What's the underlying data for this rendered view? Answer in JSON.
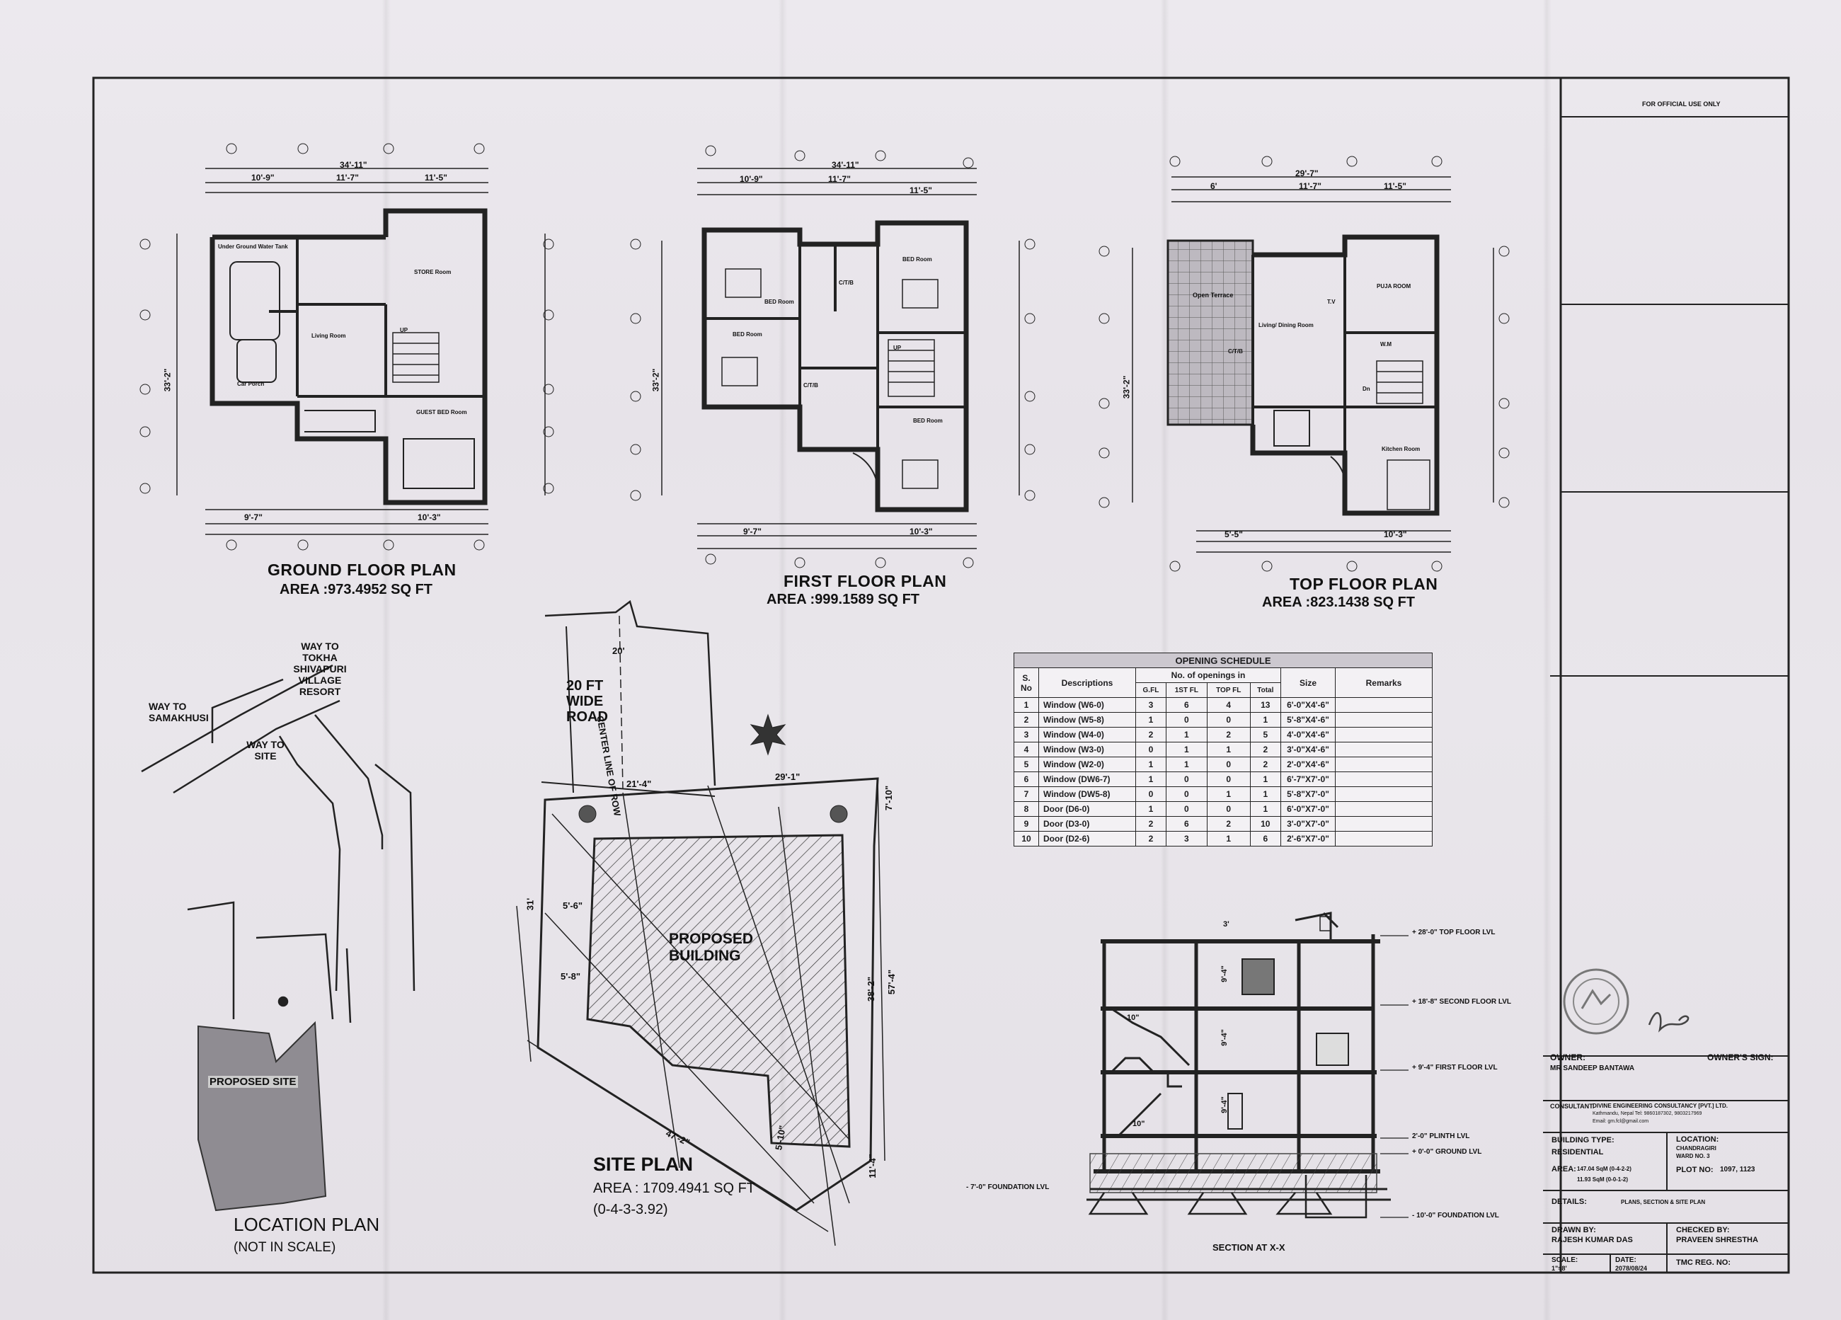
{
  "sheet": {
    "top_note": "FOR OFFICIAL USE ONLY"
  },
  "ground_floor": {
    "title": "GROUND FLOOR PLAN",
    "area": "AREA :973.4952 SQ FT",
    "dims": {
      "total": "34'-11\"",
      "top2": "11'-7\"",
      "top3": "11'-5\"",
      "left": "10'-9\"",
      "seg1": "9'-7\"",
      "seg2": "10'-3\"",
      "height": "33'-2\""
    },
    "rooms": [
      "Under Ground Water Tank",
      "STORE Room",
      "Living Room",
      "Car Porch",
      "GUEST BED Room",
      "UP"
    ]
  },
  "first_floor": {
    "title": "FIRST FLOOR PLAN",
    "area": "AREA :999.1589 SQ FT",
    "dims": {
      "total": "34'-11\"",
      "top2": "11'-7\"",
      "top3": "11'-5\"",
      "left": "10'-9\"",
      "seg1": "9'-7\"",
      "seg2": "10'-3\"",
      "height": "33'-2\""
    },
    "rooms": [
      "BED Room",
      "BED Room",
      "C/T/B",
      "BED Room",
      "C/T/B",
      "BED Room",
      "UP"
    ]
  },
  "top_floor": {
    "title": "TOP FLOOR PLAN",
    "area": "AREA :823.1438 SQ FT",
    "dims": {
      "total": "29'-7\"",
      "top2": "11'-7\"",
      "top3": "11'-5\"",
      "left": "6'",
      "seg1": "5'-5\"",
      "seg2": "10'-3\"",
      "height": "33'-2\""
    },
    "rooms": [
      "Open Terrace",
      "Living/ Dining Room",
      "PUJA ROOM",
      "C/T/B",
      "W.M",
      "Kitchen Room",
      "T.V",
      "Dn"
    ]
  },
  "location": {
    "title": "LOCATION PLAN",
    "subtitle": "(NOT IN SCALE)",
    "labels": [
      "WAY TO TOKHA SHIVAPURI VILLAGE RESORT",
      "WAY TO SAMAKHUSI",
      "WAY TO SITE",
      "PROPOSED SITE"
    ]
  },
  "site_plan": {
    "title": "SITE PLAN",
    "area": "AREA : 1709.4941 SQ FT",
    "ropani": "(0-4-3-3.92)",
    "road": "20 FT WIDE ROAD",
    "centerline": "CENTER LINE OF ROW",
    "building": "PROPOSED BUILDING",
    "dims": [
      "20'",
      "21'-4\"",
      "29'-1\"",
      "7'-10\"",
      "38'-2\"",
      "57'-4\"",
      "47'-2\"",
      "11'-4\"",
      "31'",
      "5'-6\"",
      "5'-8\"",
      "5'-10\""
    ]
  },
  "schedule": {
    "title": "OPENING SCHEDULE",
    "headers": {
      "sno": "S. No",
      "desc": "Descriptions",
      "openings": "No. of openings in",
      "gfl": "G.FL",
      "fl1": "1ST FL",
      "top": "TOP FL",
      "total": "Total",
      "size": "Size",
      "remarks": "Remarks"
    },
    "rows": [
      {
        "sno": "1",
        "desc": "Window (W6-0)",
        "gfl": "3",
        "fl1": "6",
        "top": "4",
        "total": "13",
        "size": "6'-0\"X4'-6\""
      },
      {
        "sno": "2",
        "desc": "Window (W5-8)",
        "gfl": "1",
        "fl1": "0",
        "top": "0",
        "total": "1",
        "size": "5'-8\"X4'-6\""
      },
      {
        "sno": "3",
        "desc": "Window (W4-0)",
        "gfl": "2",
        "fl1": "1",
        "top": "2",
        "total": "5",
        "size": "4'-0\"X4'-6\""
      },
      {
        "sno": "4",
        "desc": "Window (W3-0)",
        "gfl": "0",
        "fl1": "1",
        "top": "1",
        "total": "2",
        "size": "3'-0\"X4'-6\""
      },
      {
        "sno": "5",
        "desc": "Window (W2-0)",
        "gfl": "1",
        "fl1": "1",
        "top": "0",
        "total": "2",
        "size": "2'-0\"X4'-6\""
      },
      {
        "sno": "6",
        "desc": "Window (DW6-7)",
        "gfl": "1",
        "fl1": "0",
        "top": "0",
        "total": "1",
        "size": "6'-7\"X7'-0\""
      },
      {
        "sno": "7",
        "desc": "Window (DW5-8)",
        "gfl": "0",
        "fl1": "0",
        "top": "1",
        "total": "1",
        "size": "5'-8\"X7'-0\""
      },
      {
        "sno": "8",
        "desc": "Door (D6-0)",
        "gfl": "1",
        "fl1": "0",
        "top": "0",
        "total": "1",
        "size": "6'-0\"X7'-0\""
      },
      {
        "sno": "9",
        "desc": "Door (D3-0)",
        "gfl": "2",
        "fl1": "6",
        "top": "2",
        "total": "10",
        "size": "3'-0\"X7'-0\""
      },
      {
        "sno": "10",
        "desc": "Door (D2-6)",
        "gfl": "2",
        "fl1": "3",
        "top": "1",
        "total": "6",
        "size": "2'-6\"X7'-0\""
      }
    ]
  },
  "section": {
    "title": "SECTION AT X-X",
    "levels": [
      "+ 28'-0\" TOP FLOOR LVL",
      "+ 18'-8\" SECOND FLOOR LVL",
      "+ 9'-4\" FIRST FLOOR LVL",
      "2'-0\" PLINTH LVL",
      "+ 0'-0\" GROUND LVL",
      "- 7'-0\" FOUNDATION LVL",
      "- 10'-0\" FOUNDATION LVL"
    ],
    "dims": [
      "9'-4\"",
      "9'-4\"",
      "9'-4\"",
      "10\"",
      "10\"",
      "3'"
    ]
  },
  "title_block": {
    "owner_label": "OWNER:",
    "owner": "MR SANDEEP BANTAWA",
    "sign_label": "OWNER'S SIGN:",
    "consultant_label": "CONSULTANT:",
    "consultant": "DIVINE ENGINEERING CONSULTANCY [PVT.] LTD.",
    "consultant_addr": "Kathmandu, Nepal   Tel: 9860187302, 9803217969",
    "consultant_email": "Email: gm.fcl@gmail.com",
    "building_type_label": "BUILDING TYPE:",
    "building_type": "RESIDENTIAL",
    "location_label": "LOCATION:",
    "location": "CHANDRAGIRI",
    "ward": "WARD NO. 3",
    "area_label": "AREA:",
    "area1": "147.04 SqM (0-4-2-2)",
    "area2": "11.93 SqM (0-0-1-2)",
    "plot_label": "PLOT NO:",
    "plot": "1097, 1123",
    "details_label": "DETAILS:",
    "details": "PLANS, SECTION & SITE PLAN",
    "drawn_label": "DRAWN BY:",
    "drawn": "RAJESH KUMAR DAS",
    "checked_label": "CHECKED BY:",
    "checked": "PRAVEEN SHRESTHA",
    "scale_label": "SCALE:",
    "scale": "1\"=8'",
    "date_label": "DATE:",
    "date": "2078/08/24",
    "tmc_label": "TMC REG. NO:"
  }
}
